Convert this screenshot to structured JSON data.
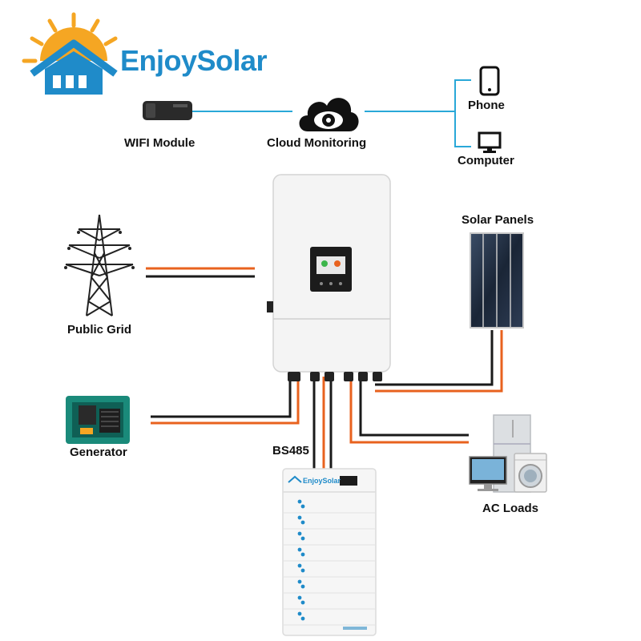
{
  "brand": {
    "name": "EnjoySolar",
    "battery_brand": "EnjoySolar"
  },
  "labels": {
    "wifi": "WIFI Module",
    "cloud": "Cloud Monitoring",
    "phone": "Phone",
    "computer": "Computer",
    "grid": "Public Grid",
    "solar": "Solar Panels",
    "generator": "Generator",
    "bs485": "BS485",
    "ac_loads": "AC Loads"
  },
  "colors": {
    "brand_blue": "#1f8bc9",
    "sun_orange": "#f5a623",
    "comm_line": "#29a8d8",
    "wire_orange": "#e8621e",
    "wire_black": "#1a1a1a",
    "generator_green": "#1a8a7a"
  },
  "icons": [
    "sun-house-logo-icon",
    "wifi-dongle-icon",
    "cloud-eye-icon",
    "phone-icon",
    "computer-icon",
    "transmission-tower-icon",
    "solar-panel-icon",
    "generator-icon",
    "inverter-icon",
    "battery-stack-icon",
    "appliances-icon"
  ]
}
